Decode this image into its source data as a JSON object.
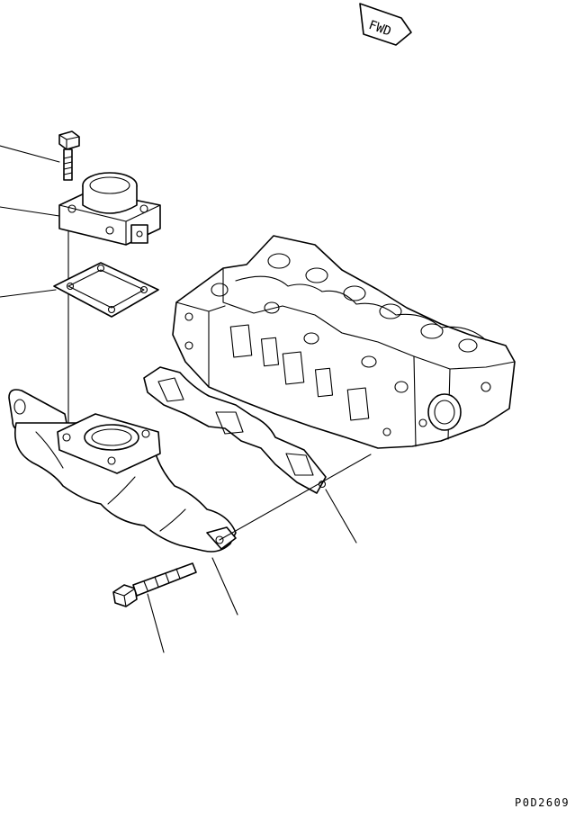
{
  "diagram": {
    "direction_marker": "FWD",
    "drawing_id": "P0D2609",
    "parts": [
      "upper-bolt",
      "thermostat-housing",
      "square-gasket",
      "exhaust-manifold",
      "manifold-gasket",
      "lower-bolt",
      "cylinder-head"
    ]
  }
}
